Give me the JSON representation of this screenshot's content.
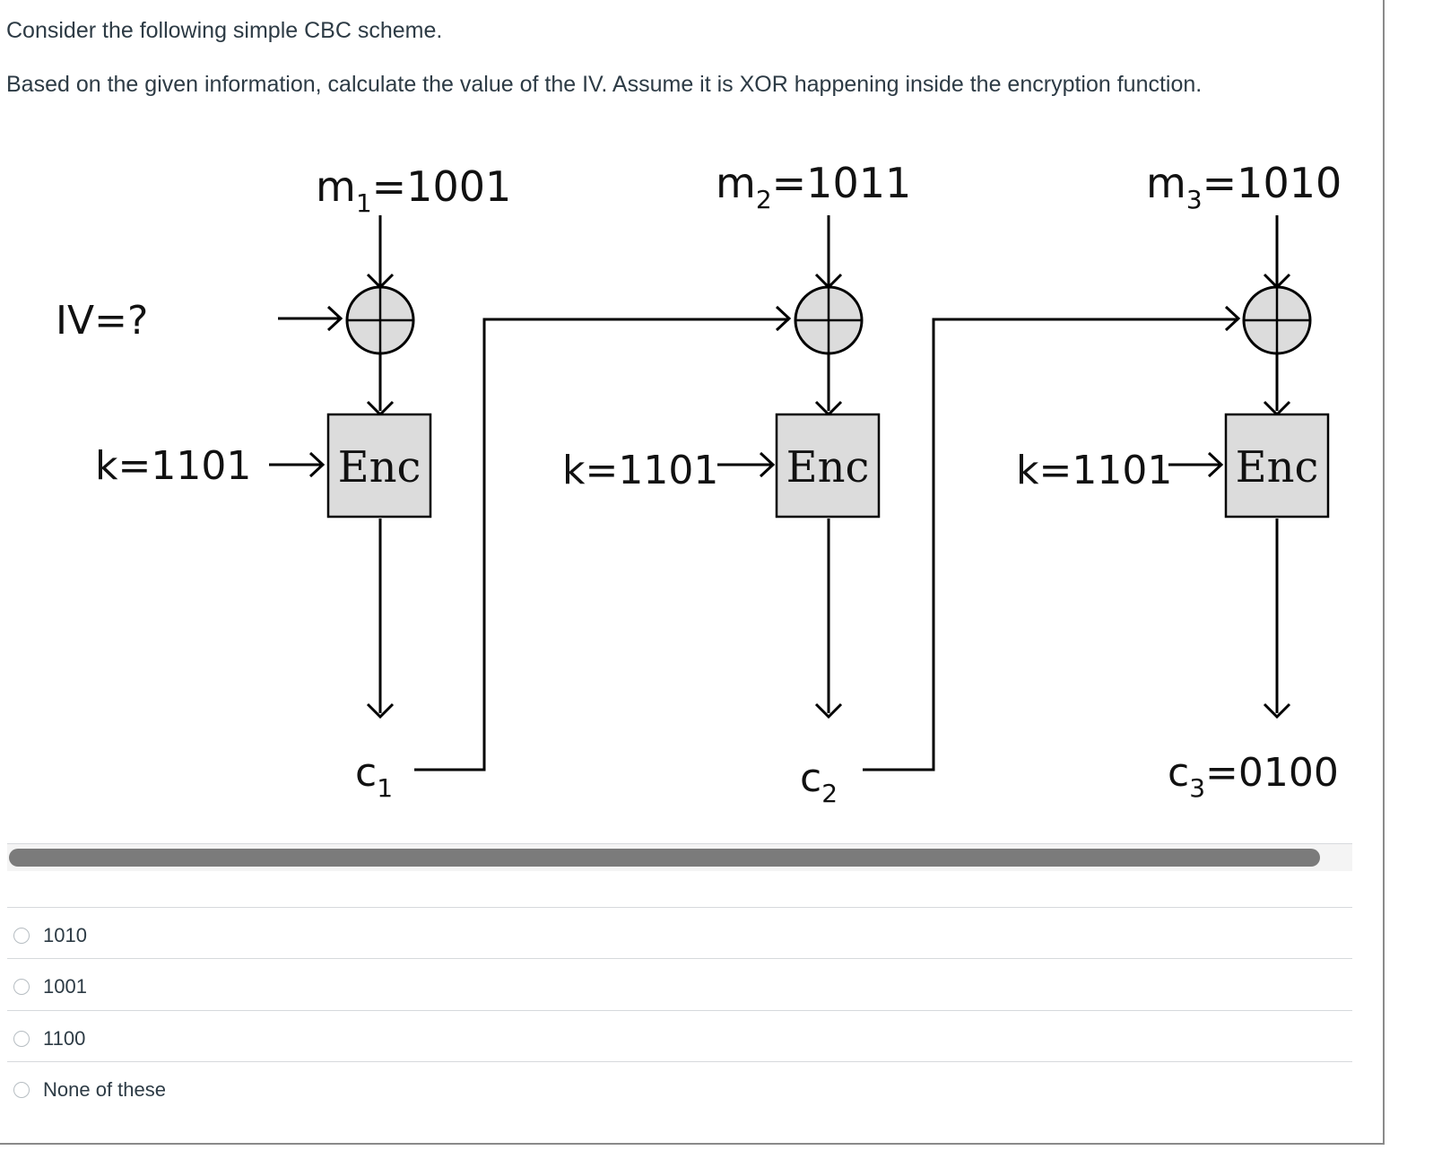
{
  "question": {
    "intro": "Consider the following simple CBC scheme.",
    "prompt": "Based on the given information, calculate the value of the IV. Assume it is XOR happening inside the encryption function."
  },
  "diagram": {
    "iv_label": "IV=?",
    "key": "k=1101",
    "enc_label": "Enc",
    "blocks": [
      {
        "m_sym": "m",
        "m_sub": "1",
        "m_val": "=1001",
        "c_sym": "c",
        "c_sub": "1",
        "c_val": ""
      },
      {
        "m_sym": "m",
        "m_sub": "2",
        "m_val": "=1011",
        "c_sym": "c",
        "c_sub": "2",
        "c_val": ""
      },
      {
        "m_sym": "m",
        "m_sub": "3",
        "m_val": "=1010",
        "c_sym": "c",
        "c_sub": "3",
        "c_val": "=0100"
      }
    ]
  },
  "answers": [
    {
      "label": "1010",
      "selected": false
    },
    {
      "label": "1001",
      "selected": false
    },
    {
      "label": "1100",
      "selected": false
    },
    {
      "label": "None of these",
      "selected": false
    }
  ]
}
